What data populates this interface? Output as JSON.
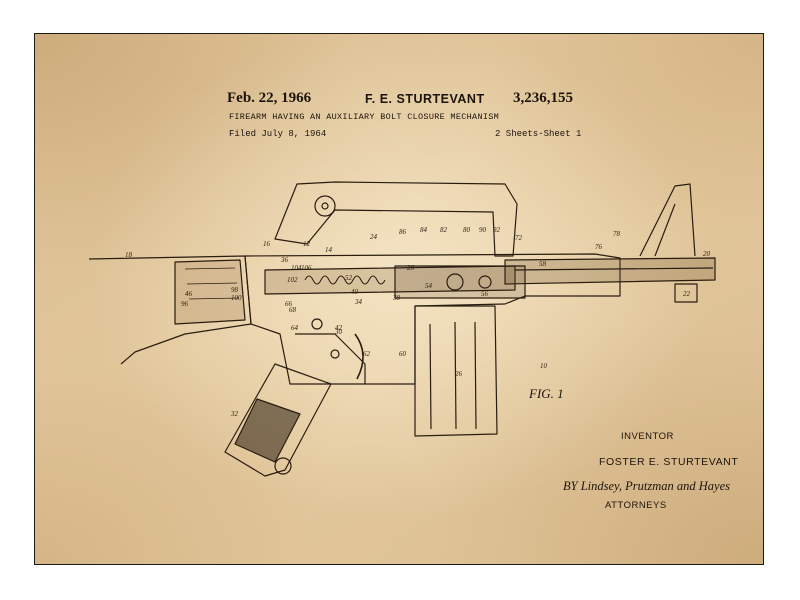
{
  "header": {
    "date": "Feb. 22, 1966",
    "inventor": "F. E. STURTEVANT",
    "patent_number": "3,236,155",
    "title": "FIREARM HAVING AN AUXILIARY BOLT CLOSURE MECHANISM",
    "filed": "Filed July 8, 1964",
    "sheets": "2 Sheets-Sheet 1"
  },
  "figure": {
    "label": "FIG. 1",
    "reference_numerals": [
      "18",
      "16",
      "14",
      "12",
      "24",
      "86",
      "84",
      "82",
      "80",
      "90",
      "92",
      "72",
      "78",
      "76",
      "22",
      "20",
      "58",
      "54",
      "66",
      "64",
      "10",
      "26",
      "62",
      "42",
      "60",
      "32",
      "68",
      "40",
      "34",
      "38",
      "96",
      "98",
      "100",
      "102",
      "106",
      "104",
      "36",
      "30",
      "28",
      "46",
      "52",
      "56"
    ]
  },
  "footer": {
    "inventor_label": "INVENTOR",
    "inventor_name": "FOSTER E. STURTEVANT",
    "attorneys_signature": "BY Lindsey, Prutzman and Hayes",
    "attorneys_label": "ATTORNEYS"
  },
  "colors": {
    "paper": "#e6cda3",
    "ink": "#1c140c",
    "frame": "#1a1a1a"
  }
}
